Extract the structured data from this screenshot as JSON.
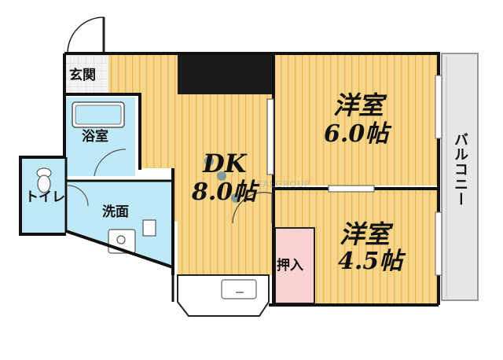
{
  "rooms": {
    "genkan": "玄関",
    "bath": "浴室",
    "toilet": "トイレ",
    "washroom": "洗面",
    "dk": {
      "name": "DK",
      "size": "8.0帖"
    },
    "western1": {
      "name": "洋室",
      "size": "6.0帖"
    },
    "western2": {
      "name": "洋室",
      "size": "4.5帖"
    },
    "closet": "押入",
    "balcony": "バルコニー"
  },
  "watermark": "REALGROUP",
  "colors": {
    "floor_wood": "#f7d68a",
    "floor_stripe": "#e6b95c",
    "wet_area": "#bfe9f7",
    "closet": "#f9d2d2",
    "balcony": "#e7e7e7",
    "wall": "#111111"
  }
}
